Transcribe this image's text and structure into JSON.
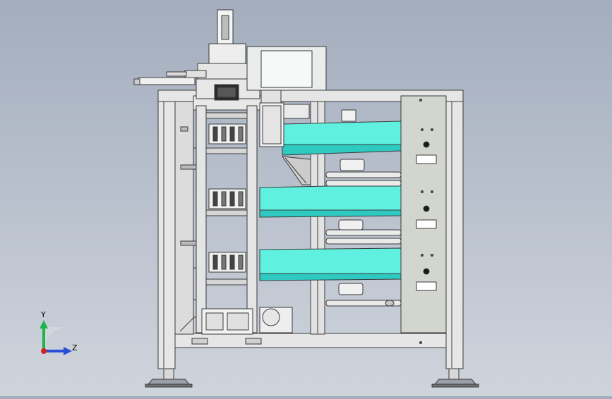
{
  "axes": {
    "y_label": "Y",
    "z_label": "Z",
    "y_color": "#1fb34a",
    "z_color": "#2a4fd6",
    "x_color": "#d61f1f"
  },
  "colors": {
    "frame": "#e6e6e6",
    "belt": "#5ff0e0",
    "belt_dark": "#2ec9c0",
    "panel": "#d3d6cf",
    "metal": "#d0d0d0",
    "outline": "#3a3a3a",
    "foot": "#9aa0a6",
    "screen": "#eef0f0"
  },
  "components": {
    "control_panel_knobs": 3,
    "belt_count": 3,
    "grip_stations": 3
  }
}
